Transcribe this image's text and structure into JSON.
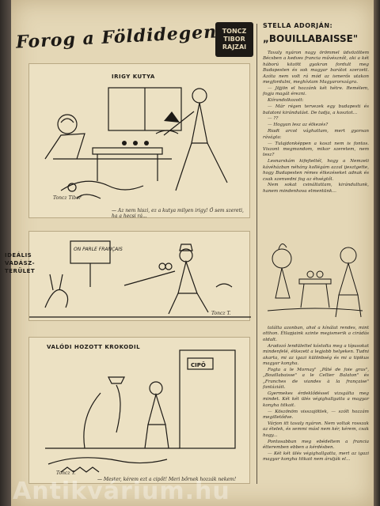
{
  "header": {
    "title": "Forog a Földidegen",
    "badge": [
      "TONCZ",
      "TIBOR",
      "RAJZAI"
    ]
  },
  "panels": [
    {
      "caption": "IRIGY KUTYA",
      "sub": "— Az nem hiszi, ez a kutya milyen irigy! Ő sem szereti, ha a hecsi rá...",
      "sig": "Toncz Tibor"
    },
    {
      "caption": "IDEÁLIS VADÁSZ-TERÜLET",
      "sign_text": "ON PARLE FRANÇAIS",
      "sig": "Toncz T."
    },
    {
      "caption": "VALÓDI HOZOTT KROKODIL",
      "shop": "CIPŐ",
      "sub": "— Mester, kérem ezt a cipőt! Meri bőrnek hozzák nekem!",
      "sig": "Toncz T."
    }
  ],
  "article": {
    "author": "STELLA ADORJÁN:",
    "title": "„BOUILLABAISSE\"",
    "paragraphs": [
      "Tavaly nyáron nagy örömmel üdvözöltem Bécsben a kedves francia művésznőt, aki a két háború között gyakran fordult meg Budapesten és sok magyar barátot szerzett. Azóta nem volt rá mód az ismerős utakon megfordulni, meghívtam Magyarországra.",
      "— Jöjjön el hozzánk két hétre. Remélem, fogja magát érezni.",
      "Kiírandolkozott:",
      "— Már régen tervezek egy budapesti és balatoni kirándulást. De tudja, a kosztot...",
      "— ??",
      "— Hogyan lesz az étkezés?",
      "Riadt arcot vághattam, mert gyorsan rávágta:",
      "— Tulajdonképpen a koszt nem is fontos. Viszont megmondom, mikor szeretem, nem tesz?",
      "Lesnarskám kifejtettél, hogy a Nemzeti kávéházban néhány kollégám azzal ijesztgette, hogy Budapesten rémes étkezéseket adnak és csak szenvedni fog az éhségtől.",
      "Nem sokat csináltattam, kirándultunk, hanem mindenhova elmentünk..."
    ],
    "paragraphs2": [
      "találta azonban, ahol a kínálat rendes, mint otthon. Étlapjaink szinte megismerik a cirádás oldalt.",
      "Aradozó lendülettel kóstolta meg a típusokat mindenfelé, étkezett a legjobb helyeken. Tudni akarta, mi az igazi különbség és mi a tipikus magyar konyha.",
      "Fogta a le Mornay\" „Pâté de foie gras\", „Bouillabaisse\" a le Cellier Balaton\" és „Franches de viandes à la française\" fantáziáit.",
      "Gyermekes érdeklődéssel vizsgálta meg mindet. Két két ülés végighallgatta a magyar konyha titkait.",
      "— Köszönöm visszajöttek, — szólt hozzám megilletődve.",
      "Várjon itt tavaly nyáron. Nem voltak rosszak az ételek, és semmi mást nem kér, kérem, csak hogy...",
      "Pontosabban meg ebédeltem a francia étteremben ebben a kérdésben.",
      "— Két két ülés végighallgatta, mert az igazi magyar konyha titkait nem árulják el..."
    ]
  },
  "watermark": "Antikvárium.hu"
}
